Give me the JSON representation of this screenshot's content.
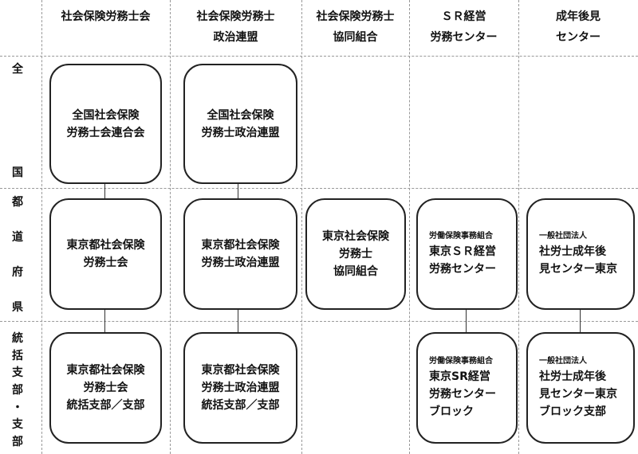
{
  "columns": [
    {
      "lines": [
        "社会保険労務士会"
      ]
    },
    {
      "lines": [
        "社会保険労務士",
        "政治連盟"
      ]
    },
    {
      "lines": [
        "社会保険労務士",
        "協同組合"
      ]
    },
    {
      "lines": [
        "ＳＲ経営",
        "労務センター"
      ]
    },
    {
      "lines": [
        "成年後見",
        "センター"
      ]
    }
  ],
  "rows": [
    {
      "chars": [
        "全",
        "国"
      ]
    },
    {
      "chars": [
        "都",
        "道",
        "府",
        "県"
      ]
    },
    {
      "chars": [
        "統",
        "括",
        "支",
        "部",
        "・",
        "支",
        "部"
      ]
    }
  ],
  "boxes": {
    "national_1": [
      "全国社会保険",
      "労務士会連合会"
    ],
    "national_2": [
      "全国社会保険",
      "労務士政治連盟"
    ],
    "pref_1": [
      "東京都社会保険",
      "労務士会"
    ],
    "pref_2": [
      "東京都社会保険",
      "労務士政治連盟"
    ],
    "pref_3": [
      "東京社会保険",
      "労務士",
      "協同組合"
    ],
    "pref_4": {
      "sub": "労働保険事務組合",
      "lines": [
        "東京ＳＲ経営",
        "労務センター"
      ]
    },
    "pref_5": {
      "sub": "一般社団法人",
      "lines": [
        "社労士成年後",
        "見センター東京"
      ]
    },
    "branch_1": [
      "東京都社会保険",
      "労務士会",
      "統括支部／支部"
    ],
    "branch_2": [
      "東京都社会保険",
      "労務士政治連盟",
      "統括支部／支部"
    ],
    "branch_4": {
      "sub": "労働保険事務組合",
      "lines": [
        "東京SR経営",
        "労務センター",
        "ブロック"
      ]
    },
    "branch_5": {
      "sub": "一般社団法人",
      "lines": [
        "社労士成年後",
        "見センター東京",
        "ブロック支部"
      ]
    }
  }
}
